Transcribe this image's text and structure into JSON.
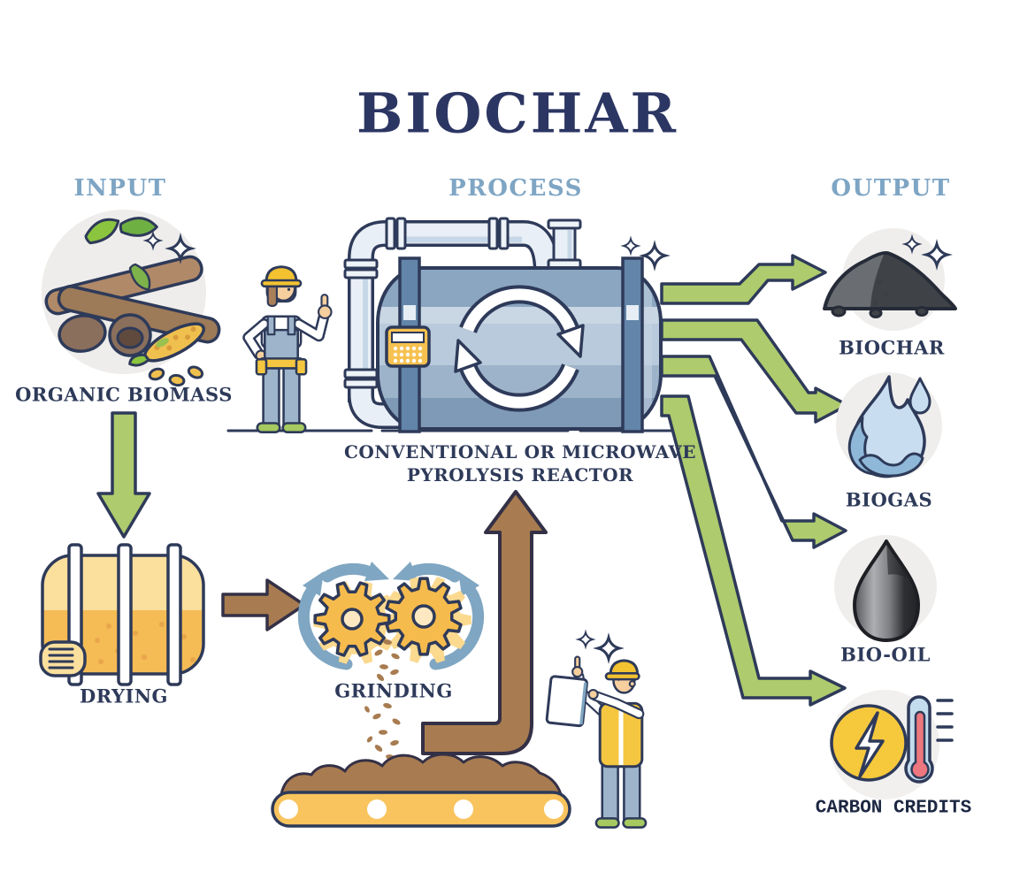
{
  "title": "BIOCHAR",
  "sections": {
    "input": "INPUT",
    "process": "PROCESS",
    "output": "OUTPUT"
  },
  "stages": {
    "organic_biomass": {
      "label": "ORGANIC BIOMASS"
    },
    "drying": {
      "label": "DRYING"
    },
    "grinding": {
      "label": "GRINDING"
    },
    "reactor": {
      "label_line1": "CONVENTIONAL OR MICROWAVE",
      "label_line2": "PYROLYSIS REACTOR"
    }
  },
  "outputs": {
    "biochar": {
      "label": "BIOCHAR",
      "icon": "charcoal-pile-icon"
    },
    "biogas": {
      "label": "BIOGAS",
      "icon": "flame-icon"
    },
    "bio_oil": {
      "label": "BIO-OIL",
      "icon": "oil-drop-icon"
    },
    "carbon_credits": {
      "label": "CARBON CREDITS",
      "icon": "energy-coin-and-thermometer-icon"
    }
  },
  "colors": {
    "title_navy": "#2c3663",
    "outline_navy": "#2e3a59",
    "header_blue": "#7ea5c4",
    "arrow_green": "#aecb6d",
    "arrow_brown": "#a87c50",
    "tank_blue": "#8ba6c1",
    "machine_yellow": "#f6bb4d",
    "steel_arc_blue": "#7fa6c2",
    "coin_yellow": "#f6c83c",
    "thermo_red": "#ed777e"
  }
}
